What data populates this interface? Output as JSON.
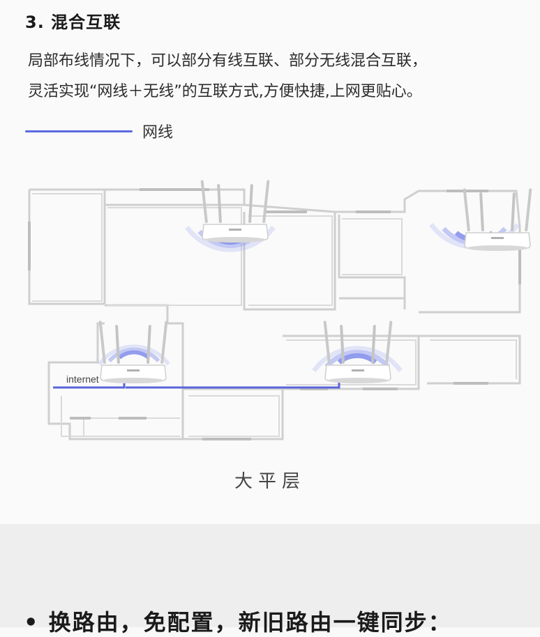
{
  "section": {
    "heading": "3. 混合互联",
    "description_lines": [
      "局部布线情况下，可以部分有线互联、部分无线混合互联，",
      "灵活实现“网线＋无线”的互联方式,方便快捷,上网更贴心。"
    ],
    "legend_label": "网线",
    "internet_label": "internet",
    "caption": "大平层"
  },
  "colors": {
    "cable": "#5a64d8",
    "wifi_wave": "#6f7ee8",
    "wall": "#cfcfcf"
  },
  "next_section": {
    "title": "• 换路由，免配置，新旧路由一键同步："
  }
}
